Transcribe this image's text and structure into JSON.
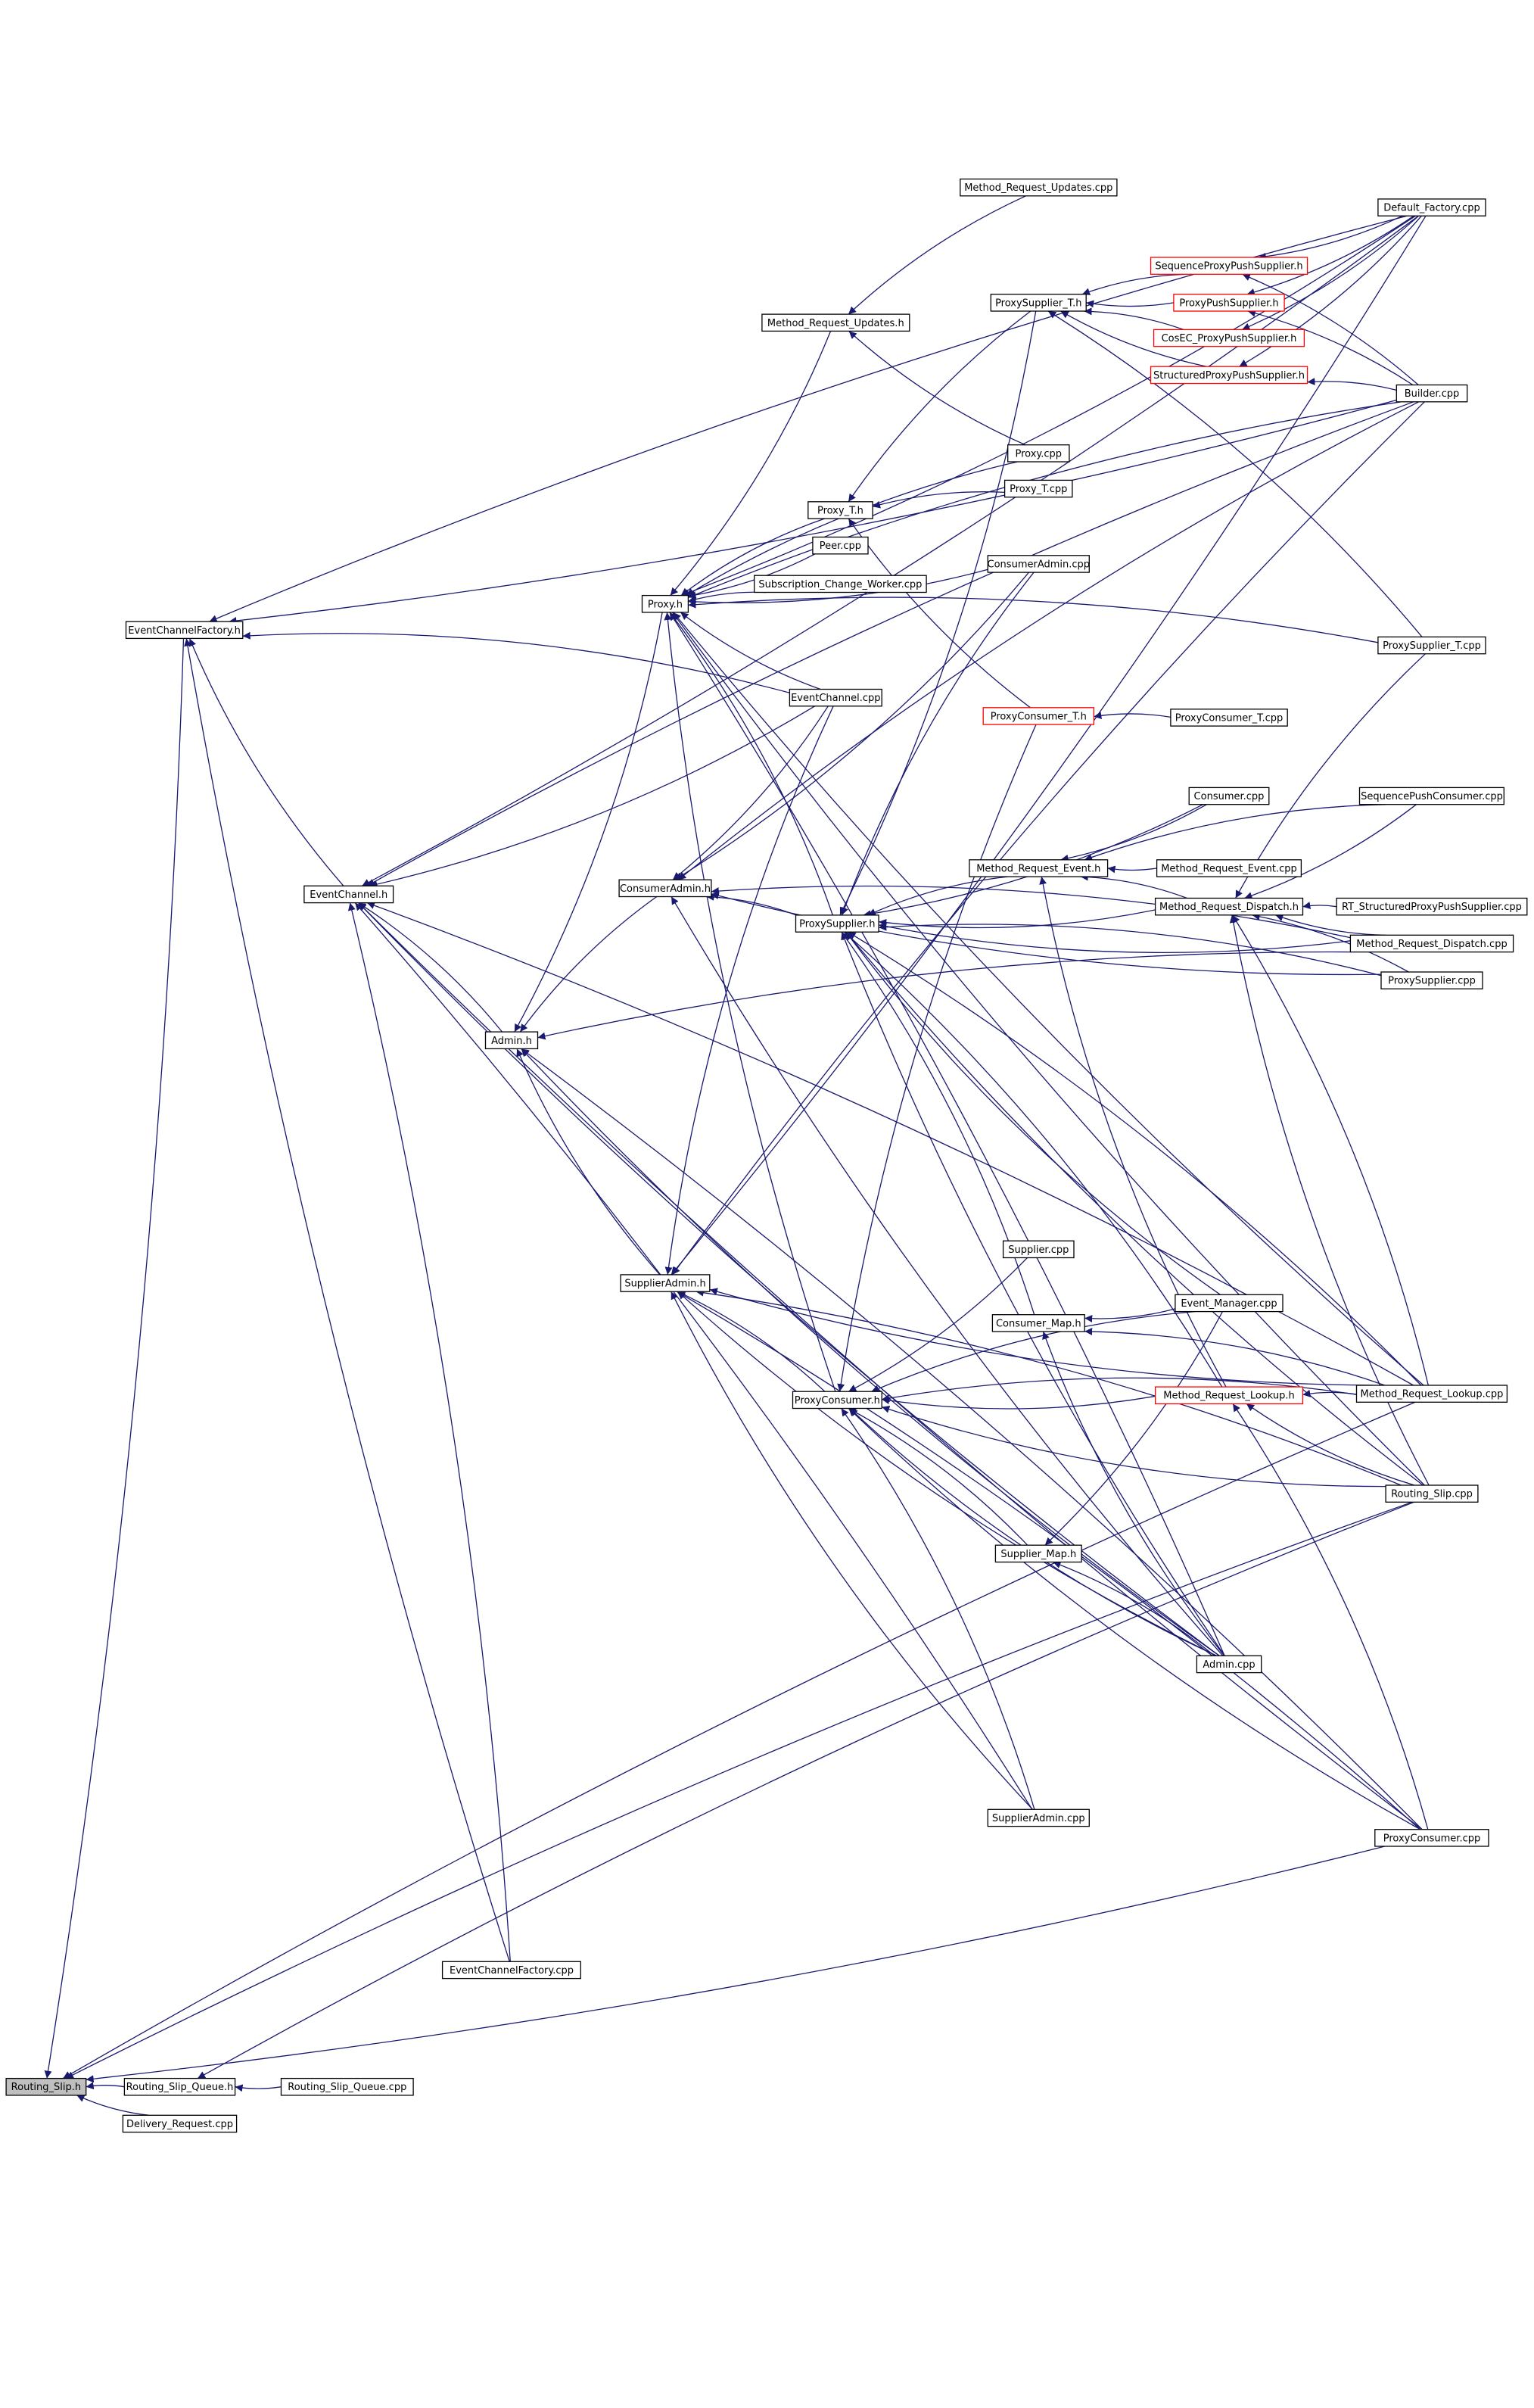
{
  "diagram": {
    "colors": {
      "edge": "#191970",
      "node_border": "#000000",
      "node_border_highlight": "#ff0000",
      "node_fill": "#ffffff",
      "root_fill": "#bfbfbf",
      "text": "#000000"
    },
    "nodes": [
      {
        "id": "routing_slip_h",
        "label": "Routing_Slip.h",
        "root": true
      },
      {
        "id": "eventchannelfactory_h",
        "label": "EventChannelFactory.h"
      },
      {
        "id": "eventchannel_h",
        "label": "EventChannel.h"
      },
      {
        "id": "admin_h",
        "label": "Admin.h"
      },
      {
        "id": "proxy_h",
        "label": "Proxy.h"
      },
      {
        "id": "consumeradmin_h",
        "label": "ConsumerAdmin.h"
      },
      {
        "id": "supplieradmin_h",
        "label": "SupplierAdmin.h"
      },
      {
        "id": "method_request_updates_h",
        "label": "Method_Request_Updates.h"
      },
      {
        "id": "proxy_t_h",
        "label": "Proxy_T.h"
      },
      {
        "id": "peer_cpp",
        "label": "Peer.cpp"
      },
      {
        "id": "subscription_change_worker_cpp",
        "label": "Subscription_Change_Worker.cpp"
      },
      {
        "id": "eventchannel_cpp",
        "label": "EventChannel.cpp"
      },
      {
        "id": "proxysupplier_h",
        "label": "ProxySupplier.h"
      },
      {
        "id": "proxyconsumer_h",
        "label": "ProxyConsumer.h"
      },
      {
        "id": "method_request_updates_cpp",
        "label": "Method_Request_Updates.cpp"
      },
      {
        "id": "proxysupplier_t_h",
        "label": "ProxySupplier_T.h"
      },
      {
        "id": "proxy_cpp",
        "label": "Proxy.cpp"
      },
      {
        "id": "proxy_t_cpp",
        "label": "Proxy_T.cpp"
      },
      {
        "id": "consumeradmin_cpp",
        "label": "ConsumerAdmin.cpp"
      },
      {
        "id": "proxyconsumer_t_h",
        "label": "ProxyConsumer_T.h",
        "highlight": true
      },
      {
        "id": "proxyconsumer_t_cpp",
        "label": "ProxyConsumer_T.cpp"
      },
      {
        "id": "consumer_cpp",
        "label": "Consumer.cpp"
      },
      {
        "id": "method_request_event_h",
        "label": "Method_Request_Event.h"
      },
      {
        "id": "method_request_event_cpp",
        "label": "Method_Request_Event.cpp"
      },
      {
        "id": "method_request_dispatch_h",
        "label": "Method_Request_Dispatch.h"
      },
      {
        "id": "supplier_cpp",
        "label": "Supplier.cpp"
      },
      {
        "id": "consumer_map_h",
        "label": "Consumer_Map.h"
      },
      {
        "id": "event_manager_cpp",
        "label": "Event_Manager.cpp"
      },
      {
        "id": "method_request_lookup_h",
        "label": "Method_Request_Lookup.h",
        "highlight": true
      },
      {
        "id": "supplier_map_h",
        "label": "Supplier_Map.h"
      },
      {
        "id": "admin_cpp",
        "label": "Admin.cpp"
      },
      {
        "id": "supplieradmin_cpp",
        "label": "SupplierAdmin.cpp"
      },
      {
        "id": "eventchannelfactory_cpp",
        "label": "EventChannelFactory.cpp"
      },
      {
        "id": "default_factory_cpp",
        "label": "Default_Factory.cpp"
      },
      {
        "id": "sequenceproxypushsupplier_h",
        "label": "SequenceProxyPushSupplier.h",
        "highlight": true
      },
      {
        "id": "proxypushsupplier_h",
        "label": "ProxyPushSupplier.h",
        "highlight": true
      },
      {
        "id": "cosec_proxypushsupplier_h",
        "label": "CosEC_ProxyPushSupplier.h",
        "highlight": true
      },
      {
        "id": "structuredproxypushsupplier_h",
        "label": "StructuredProxyPushSupplier.h",
        "highlight": true
      },
      {
        "id": "builder_cpp",
        "label": "Builder.cpp"
      },
      {
        "id": "proxysupplier_t_cpp",
        "label": "ProxySupplier_T.cpp"
      },
      {
        "id": "sequencepushconsumer_cpp",
        "label": "SequencePushConsumer.cpp"
      },
      {
        "id": "rt_structuredproxypushsupplier_cpp",
        "label": "RT_StructuredProxyPushSupplier.cpp"
      },
      {
        "id": "method_request_dispatch_cpp",
        "label": "Method_Request_Dispatch.cpp"
      },
      {
        "id": "proxysupplier_cpp",
        "label": "ProxySupplier.cpp"
      },
      {
        "id": "method_request_lookup_cpp",
        "label": "Method_Request_Lookup.cpp"
      },
      {
        "id": "routing_slip_cpp",
        "label": "Routing_Slip.cpp"
      },
      {
        "id": "proxyconsumer_cpp",
        "label": "ProxyConsumer.cpp"
      },
      {
        "id": "routing_slip_queue_h",
        "label": "Routing_Slip_Queue.h"
      },
      {
        "id": "routing_slip_queue_cpp",
        "label": "Routing_Slip_Queue.cpp"
      },
      {
        "id": "delivery_request_cpp",
        "label": "Delivery_Request.cpp"
      }
    ],
    "edges": [
      [
        "eventchannelfactory_h",
        "routing_slip_h"
      ],
      [
        "routing_slip_queue_h",
        "routing_slip_h"
      ],
      [
        "delivery_request_cpp",
        "routing_slip_h"
      ],
      [
        "routing_slip_cpp",
        "routing_slip_h"
      ],
      [
        "proxyconsumer_cpp",
        "routing_slip_h"
      ],
      [
        "method_request_lookup_cpp",
        "routing_slip_h"
      ],
      [
        "routing_slip_queue_cpp",
        "routing_slip_queue_h"
      ],
      [
        "routing_slip_cpp",
        "routing_slip_queue_h"
      ],
      [
        "eventchannel_h",
        "eventchannelfactory_h"
      ],
      [
        "eventchannel_cpp",
        "eventchannelfactory_h"
      ],
      [
        "eventchannelfactory_cpp",
        "eventchannelfactory_h"
      ],
      [
        "default_factory_cpp",
        "eventchannelfactory_h"
      ],
      [
        "builder_cpp",
        "eventchannelfactory_h"
      ],
      [
        "admin_h",
        "eventchannel_h"
      ],
      [
        "eventchannel_cpp",
        "eventchannel_h"
      ],
      [
        "eventchannelfactory_cpp",
        "eventchannel_h"
      ],
      [
        "default_factory_cpp",
        "eventchannel_h"
      ],
      [
        "builder_cpp",
        "eventchannel_h"
      ],
      [
        "admin_cpp",
        "eventchannel_h"
      ],
      [
        "supplieradmin_cpp",
        "eventchannel_h"
      ],
      [
        "proxyconsumer_cpp",
        "eventchannel_h"
      ],
      [
        "method_request_lookup_cpp",
        "eventchannel_h"
      ],
      [
        "proxy_h",
        "admin_h"
      ],
      [
        "consumeradmin_h",
        "admin_h"
      ],
      [
        "supplieradmin_h",
        "admin_h"
      ],
      [
        "method_request_dispatch_cpp",
        "admin_h"
      ],
      [
        "admin_cpp",
        "admin_h"
      ],
      [
        "proxyconsumer_cpp",
        "admin_h"
      ],
      [
        "method_request_updates_h",
        "proxy_h"
      ],
      [
        "proxy_t_h",
        "proxy_h"
      ],
      [
        "peer_cpp",
        "proxy_h"
      ],
      [
        "subscription_change_worker_cpp",
        "proxy_h"
      ],
      [
        "eventchannel_cpp",
        "proxy_h"
      ],
      [
        "proxysupplier_h",
        "proxy_h"
      ],
      [
        "proxyconsumer_h",
        "proxy_h"
      ],
      [
        "proxy_cpp",
        "proxy_h"
      ],
      [
        "consumeradmin_cpp",
        "proxy_h"
      ],
      [
        "builder_cpp",
        "proxy_h"
      ],
      [
        "default_factory_cpp",
        "proxy_h"
      ],
      [
        "proxysupplier_t_cpp",
        "proxy_h"
      ],
      [
        "method_request_lookup_cpp",
        "proxy_h"
      ],
      [
        "admin_cpp",
        "proxy_h"
      ],
      [
        "routing_slip_cpp",
        "proxy_h"
      ],
      [
        "method_request_updates_cpp",
        "method_request_updates_h"
      ],
      [
        "proxy_cpp",
        "method_request_updates_h"
      ],
      [
        "proxy_t_cpp",
        "proxy_t_h"
      ],
      [
        "proxyconsumer_t_h",
        "proxy_t_h"
      ],
      [
        "proxysupplier_t_h",
        "proxy_t_h"
      ],
      [
        "eventchannel_cpp",
        "consumeradmin_h"
      ],
      [
        "proxysupplier_h",
        "consumeradmin_h"
      ],
      [
        "consumeradmin_cpp",
        "consumeradmin_h"
      ],
      [
        "builder_cpp",
        "consumeradmin_h"
      ],
      [
        "admin_cpp",
        "consumeradmin_h"
      ],
      [
        "method_request_dispatch_cpp",
        "consumeradmin_h"
      ],
      [
        "proxysupplier_cpp",
        "consumeradmin_h"
      ],
      [
        "proxyconsumer_h",
        "supplieradmin_h"
      ],
      [
        "supplieradmin_cpp",
        "supplieradmin_h"
      ],
      [
        "eventchannel_cpp",
        "supplieradmin_h"
      ],
      [
        "default_factory_cpp",
        "supplieradmin_h"
      ],
      [
        "builder_cpp",
        "supplieradmin_h"
      ],
      [
        "admin_cpp",
        "supplieradmin_h"
      ],
      [
        "proxyconsumer_cpp",
        "supplieradmin_h"
      ],
      [
        "method_request_lookup_cpp",
        "supplieradmin_h"
      ],
      [
        "routing_slip_cpp",
        "supplieradmin_h"
      ],
      [
        "proxysupplier_t_h",
        "proxysupplier_h"
      ],
      [
        "method_request_event_h",
        "proxysupplier_h"
      ],
      [
        "method_request_dispatch_h",
        "proxysupplier_h"
      ],
      [
        "consumeradmin_cpp",
        "proxysupplier_h"
      ],
      [
        "event_manager_cpp",
        "proxysupplier_h"
      ],
      [
        "method_request_lookup_h",
        "proxysupplier_h"
      ],
      [
        "consumer_cpp",
        "proxysupplier_h"
      ],
      [
        "proxysupplier_cpp",
        "proxysupplier_h"
      ],
      [
        "method_request_dispatch_cpp",
        "proxysupplier_h"
      ],
      [
        "consumer_map_h",
        "proxysupplier_h"
      ],
      [
        "routing_slip_cpp",
        "proxysupplier_h"
      ],
      [
        "method_request_lookup_cpp",
        "proxysupplier_h"
      ],
      [
        "admin_cpp",
        "proxysupplier_h"
      ],
      [
        "proxyconsumer_t_h",
        "proxyconsumer_h"
      ],
      [
        "supplier_cpp",
        "proxyconsumer_h"
      ],
      [
        "event_manager_cpp",
        "proxyconsumer_h"
      ],
      [
        "method_request_lookup_h",
        "proxyconsumer_h"
      ],
      [
        "method_request_lookup_cpp",
        "proxyconsumer_h"
      ],
      [
        "routing_slip_cpp",
        "proxyconsumer_h"
      ],
      [
        "supplier_map_h",
        "proxyconsumer_h"
      ],
      [
        "admin_cpp",
        "proxyconsumer_h"
      ],
      [
        "supplieradmin_cpp",
        "proxyconsumer_h"
      ],
      [
        "proxyconsumer_cpp",
        "proxyconsumer_h"
      ],
      [
        "sequenceproxypushsupplier_h",
        "proxysupplier_t_h"
      ],
      [
        "proxypushsupplier_h",
        "proxysupplier_t_h"
      ],
      [
        "cosec_proxypushsupplier_h",
        "proxysupplier_t_h"
      ],
      [
        "structuredproxypushsupplier_h",
        "proxysupplier_t_h"
      ],
      [
        "proxysupplier_t_cpp",
        "proxysupplier_t_h"
      ],
      [
        "default_factory_cpp",
        "sequenceproxypushsupplier_h"
      ],
      [
        "builder_cpp",
        "sequenceproxypushsupplier_h"
      ],
      [
        "default_factory_cpp",
        "proxypushsupplier_h"
      ],
      [
        "builder_cpp",
        "proxypushsupplier_h"
      ],
      [
        "default_factory_cpp",
        "cosec_proxypushsupplier_h"
      ],
      [
        "builder_cpp",
        "structuredproxypushsupplier_h"
      ],
      [
        "default_factory_cpp",
        "structuredproxypushsupplier_h"
      ],
      [
        "proxyconsumer_t_cpp",
        "proxyconsumer_t_h"
      ],
      [
        "method_request_event_cpp",
        "method_request_event_h"
      ],
      [
        "method_request_dispatch_h",
        "method_request_event_h"
      ],
      [
        "consumer_cpp",
        "method_request_event_h"
      ],
      [
        "sequencepushconsumer_cpp",
        "method_request_event_h"
      ],
      [
        "method_request_lookup_h",
        "method_request_event_h"
      ],
      [
        "rt_structuredproxypushsupplier_cpp",
        "method_request_dispatch_h"
      ],
      [
        "method_request_dispatch_cpp",
        "method_request_dispatch_h"
      ],
      [
        "proxysupplier_cpp",
        "method_request_dispatch_h"
      ],
      [
        "sequencepushconsumer_cpp",
        "method_request_dispatch_h"
      ],
      [
        "proxysupplier_t_cpp",
        "method_request_dispatch_h"
      ],
      [
        "routing_slip_cpp",
        "method_request_dispatch_h"
      ],
      [
        "method_request_lookup_cpp",
        "method_request_dispatch_h"
      ],
      [
        "event_manager_cpp",
        "consumer_map_h"
      ],
      [
        "method_request_lookup_cpp",
        "consumer_map_h"
      ],
      [
        "admin_cpp",
        "consumer_map_h"
      ],
      [
        "method_request_lookup_cpp",
        "method_request_lookup_h"
      ],
      [
        "routing_slip_cpp",
        "method_request_lookup_h"
      ],
      [
        "proxyconsumer_cpp",
        "method_request_lookup_h"
      ],
      [
        "event_manager_cpp",
        "supplier_map_h"
      ],
      [
        "admin_cpp",
        "supplier_map_h"
      ]
    ]
  }
}
